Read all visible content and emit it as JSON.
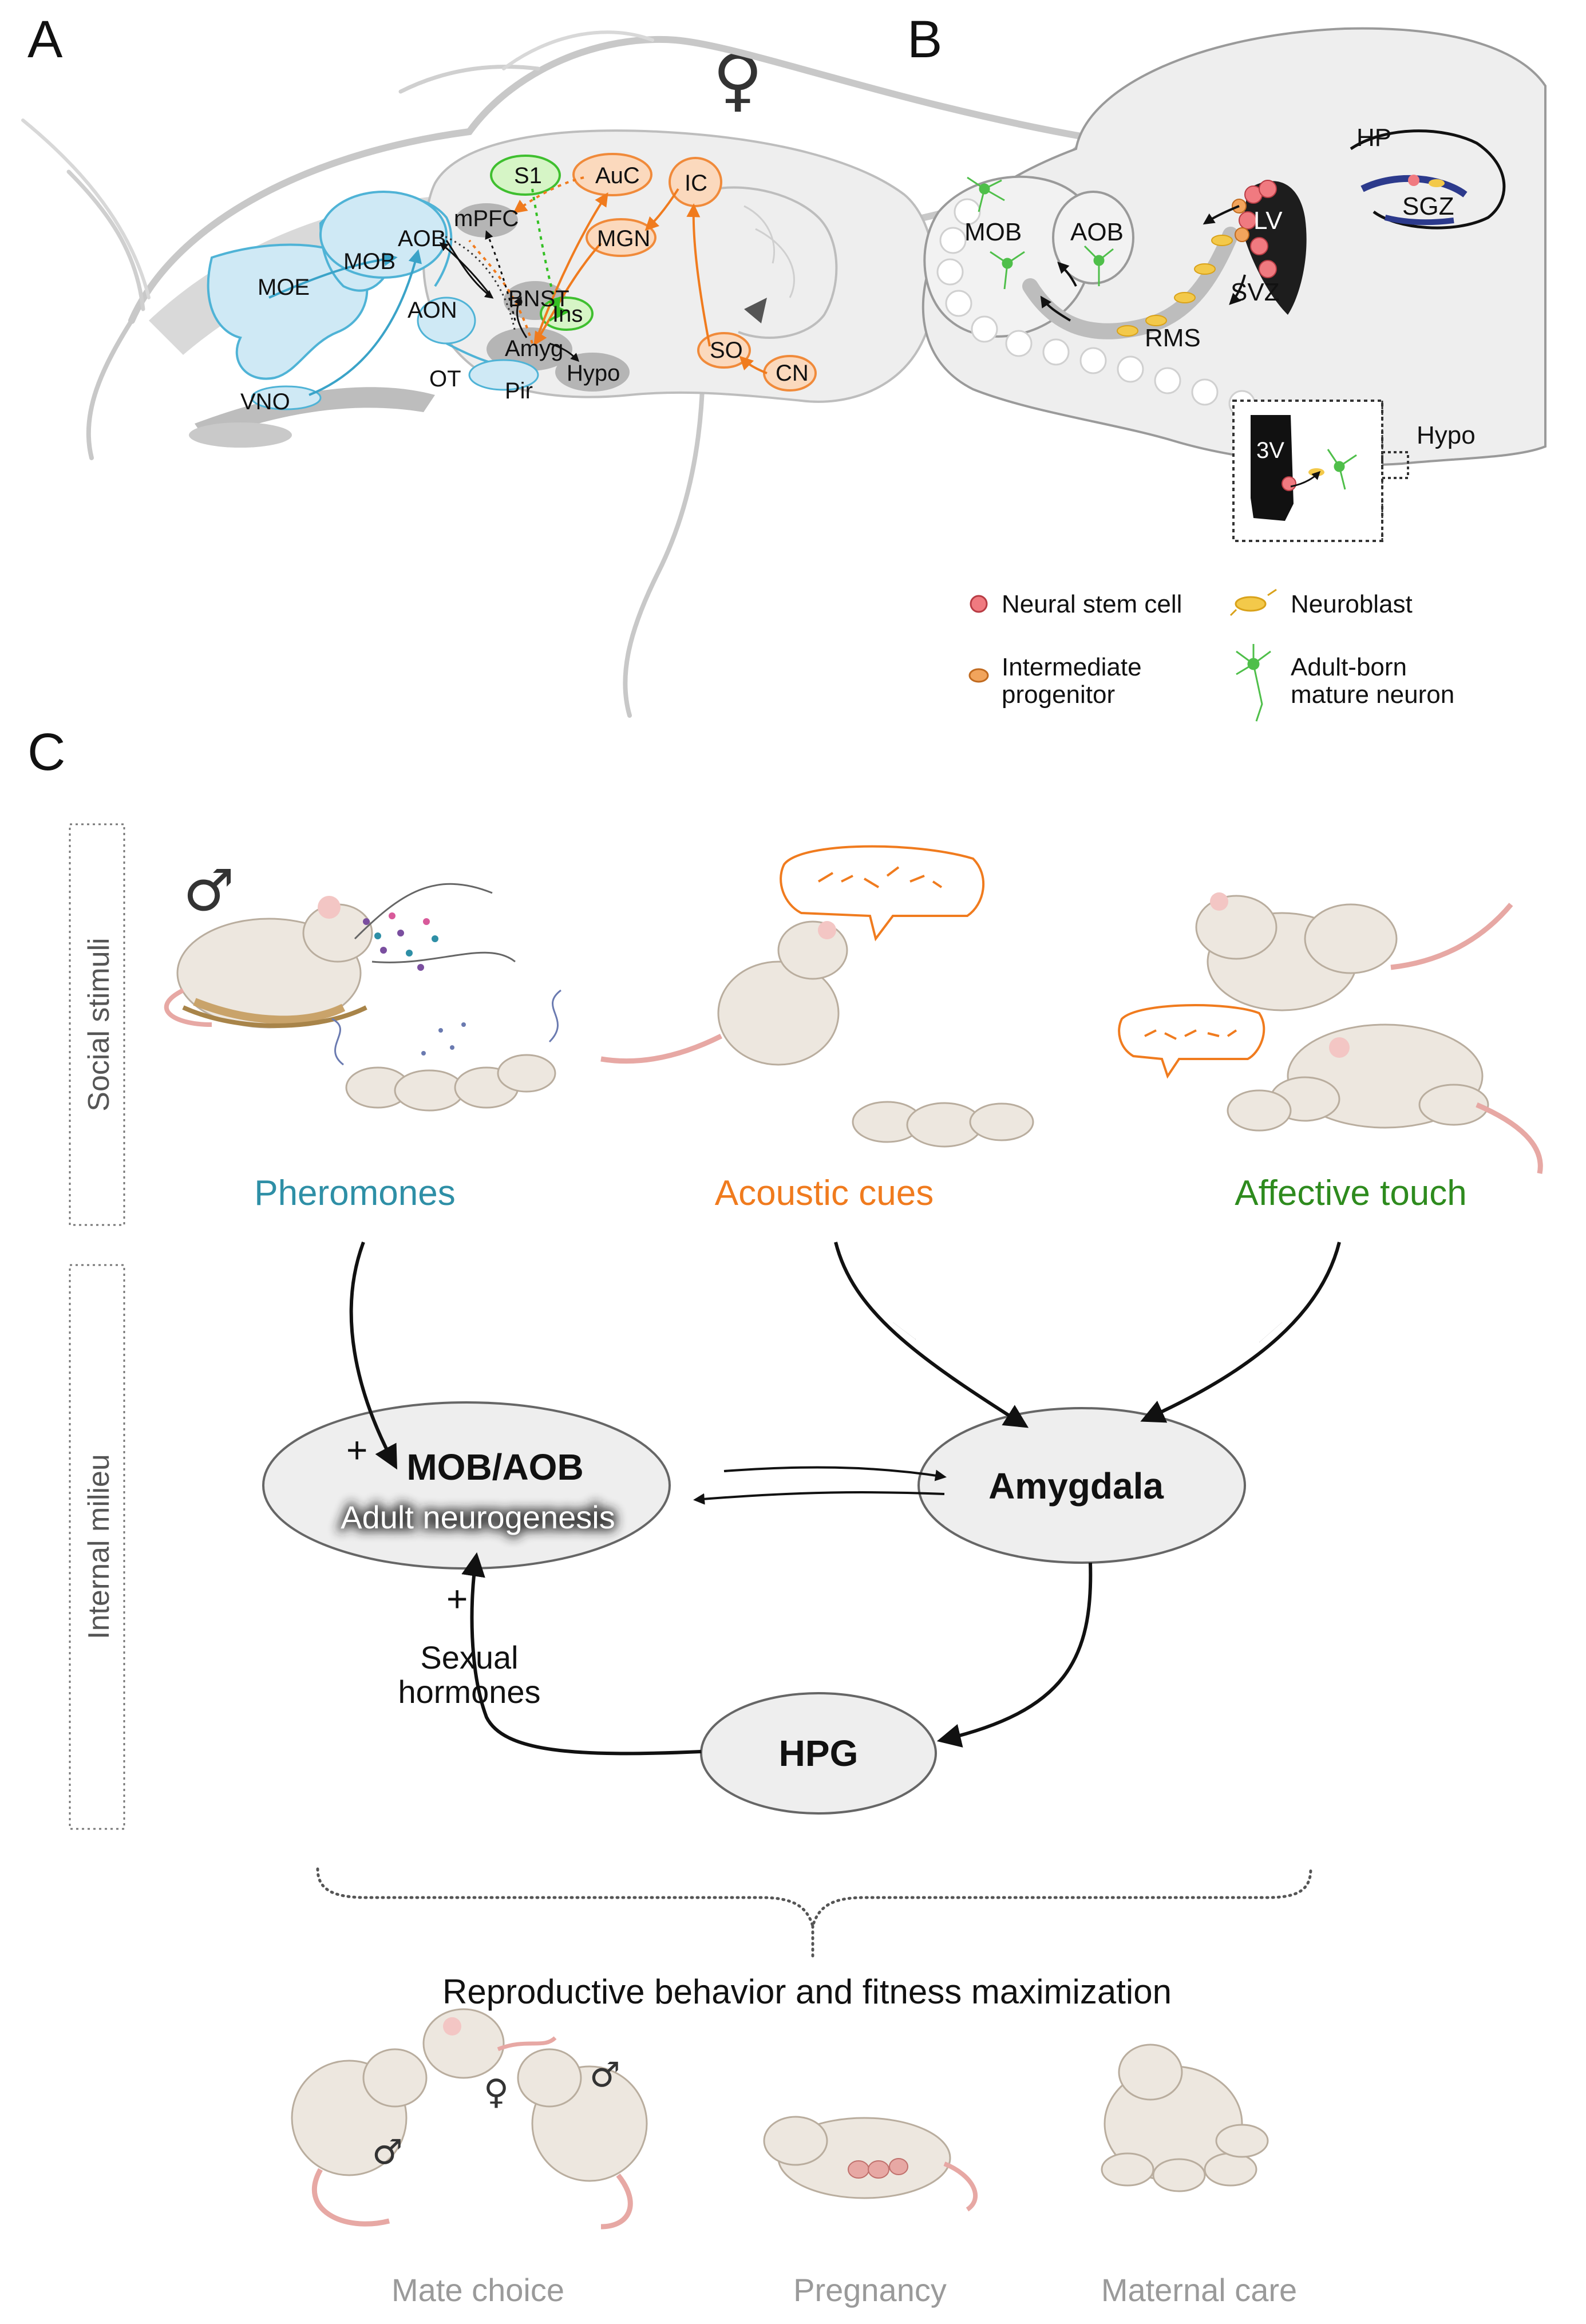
{
  "panels": {
    "a": "A",
    "b": "B",
    "c": "C"
  },
  "panel_a": {
    "female_symbol": "♀",
    "regions": {
      "moe": "MOE",
      "mob": "MOB",
      "aob": "AOB",
      "aon": "AON",
      "mpfc": "mPFC",
      "bnst": "BNST",
      "amyg": "Amyg",
      "ot": "OT",
      "pir": "Pir",
      "hypo": "Hypo",
      "vno": "VNO",
      "s1": "S1",
      "auc": "AuC",
      "mgn": "MGN",
      "ins": "Ins",
      "ic": "IC",
      "so": "SO",
      "cn": "CN"
    }
  },
  "panel_b": {
    "regions": {
      "mob": "MOB",
      "aob": "AOB",
      "lv": "LV",
      "svz": "SVZ",
      "rms": "RMS",
      "hp": "HP",
      "sgz": "SGZ",
      "hypo": "Hypo",
      "v3": "3V"
    },
    "legend": {
      "stem": "Neural stem cell",
      "neuroblast": "Neuroblast",
      "intermediate_1": "Intermediate",
      "intermediate_2": "progenitor",
      "mature_1": "Adult-born",
      "mature_2": "mature neuron"
    }
  },
  "panel_c": {
    "side_labels": {
      "social": "Social stimuli",
      "internal": "Internal milieu"
    },
    "male_symbol": "♂",
    "stimuli": {
      "pheromones": "Pheromones",
      "acoustic": "Acoustic cues",
      "touch": "Affective touch"
    },
    "nodes": {
      "mob_aob": "MOB/AOB",
      "neurogenesis": "Adult neurogenesis",
      "amygdala": "Amygdala",
      "hpg": "HPG",
      "sex_hormones_1": "Sexual",
      "sex_hormones_2": "hormones",
      "plus": "+"
    },
    "outcome": "Reproductive behavior and fitness maximization",
    "behaviors": {
      "mate_choice": "Mate choice",
      "pregnancy": "Pregnancy",
      "maternal_care": "Maternal care"
    },
    "behavior_symbols": {
      "male": "♂",
      "female": "♀"
    }
  },
  "colors": {
    "pheromones": "#2e8fa6",
    "acoustic": "#f07b1e",
    "touch": "#2e8b1e",
    "olfactory_fill": "#cfe9f5",
    "olfactory_stroke": "#4fb3d6",
    "auditory_fill": "#fbd9bd",
    "auditory_stroke": "#f08a3a",
    "somato_fill": "#d6f5c6",
    "somato_stroke": "#3fbf2f",
    "node_fill": "#eeeeee"
  }
}
